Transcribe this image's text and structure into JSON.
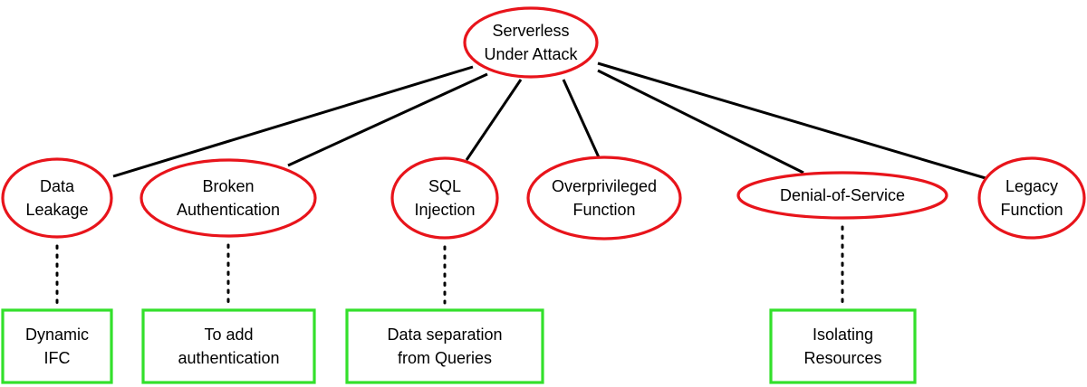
{
  "root": {
    "lines": [
      "Serverless",
      "Under Attack"
    ]
  },
  "threats": [
    {
      "id": "data-leakage",
      "lines": [
        "Data",
        "Leakage"
      ]
    },
    {
      "id": "broken-authentication",
      "lines": [
        "Broken",
        "Authentication"
      ]
    },
    {
      "id": "sql-injection",
      "lines": [
        "SQL",
        "Injection"
      ]
    },
    {
      "id": "overprivileged-function",
      "lines": [
        "Overprivileged",
        "Function"
      ]
    },
    {
      "id": "denial-of-service",
      "lines": [
        "Denial-of-Service"
      ]
    },
    {
      "id": "legacy-function",
      "lines": [
        "Legacy",
        "Function"
      ]
    }
  ],
  "mitigations": [
    {
      "id": "dynamic-ifc",
      "threat": "data-leakage",
      "lines": [
        "Dynamic",
        "IFC"
      ]
    },
    {
      "id": "to-add-authentication",
      "threat": "broken-authentication",
      "lines": [
        "To add",
        "authentication"
      ]
    },
    {
      "id": "data-separation",
      "threat": "sql-injection",
      "lines": [
        "Data separation",
        "from Queries"
      ]
    },
    {
      "id": "isolating-resources",
      "threat": "denial-of-service",
      "lines": [
        "Isolating",
        "Resources"
      ]
    }
  ],
  "colors": {
    "threat_stroke": "#e8141b",
    "mitigation_stroke": "#33e02b",
    "edge": "#000000"
  }
}
